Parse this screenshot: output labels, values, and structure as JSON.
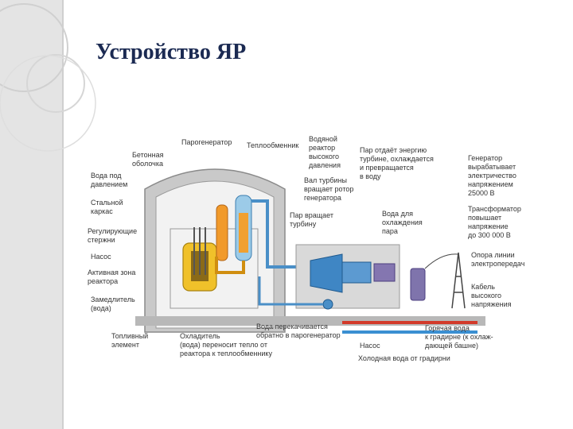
{
  "slide": {
    "title": "Устройство ЯР"
  },
  "labels": {
    "steam_generator": "Парогенератор",
    "heat_exchanger": "Теплообменник",
    "water_reactor": [
      "Водяной",
      "реактор",
      "высокого",
      "давления"
    ],
    "steam_energy": [
      "Пар отдаёт энергию",
      "турбине, охлаждается",
      "и превращается",
      "в воду"
    ],
    "generator": [
      "Генератор",
      "вырабатывает",
      "электричество",
      "напряжением",
      "25000 В"
    ],
    "concrete_shell": [
      "Бетонная",
      "оболочка"
    ],
    "pressurized_water": [
      "Вода под",
      "давлением"
    ],
    "steel_frame": [
      "Стальной",
      "каркас"
    ],
    "control_rods": [
      "Регулирующие",
      "стержни"
    ],
    "pump_left": "Насос",
    "active_zone": [
      "Активная зона",
      "реактора"
    ],
    "moderator": [
      "Замедлитель",
      "(вода)"
    ],
    "fuel_element": [
      "Топливный",
      "элемент"
    ],
    "coolant": [
      "Охладитель",
      "(вода) переносит тепло от",
      "реактора к теплообменнику"
    ],
    "turbine_shaft": [
      "Вал турбины",
      "вращает ротор",
      "генератора"
    ],
    "steam_turbine": [
      "Пар вращает",
      "турбину"
    ],
    "cooling_water": [
      "Вода для",
      "охлаждения",
      "пара"
    ],
    "transformer": [
      "Трансформатор",
      "повышает",
      "напряжение",
      "до 300 000 В"
    ],
    "power_tower": [
      "Опора линии",
      "электропередач"
    ],
    "hv_cable": [
      "Кабель",
      "высокого",
      "напряжения"
    ],
    "pumped_back": [
      "Вода перекачивается",
      "обратно в парогенератор"
    ],
    "pump_bottom": "Насос",
    "hot_water": [
      "Горячая вода",
      "к градирне (к охлаж-",
      "дающей башне)"
    ],
    "cold_water": "Холодная вода от градирни"
  }
}
